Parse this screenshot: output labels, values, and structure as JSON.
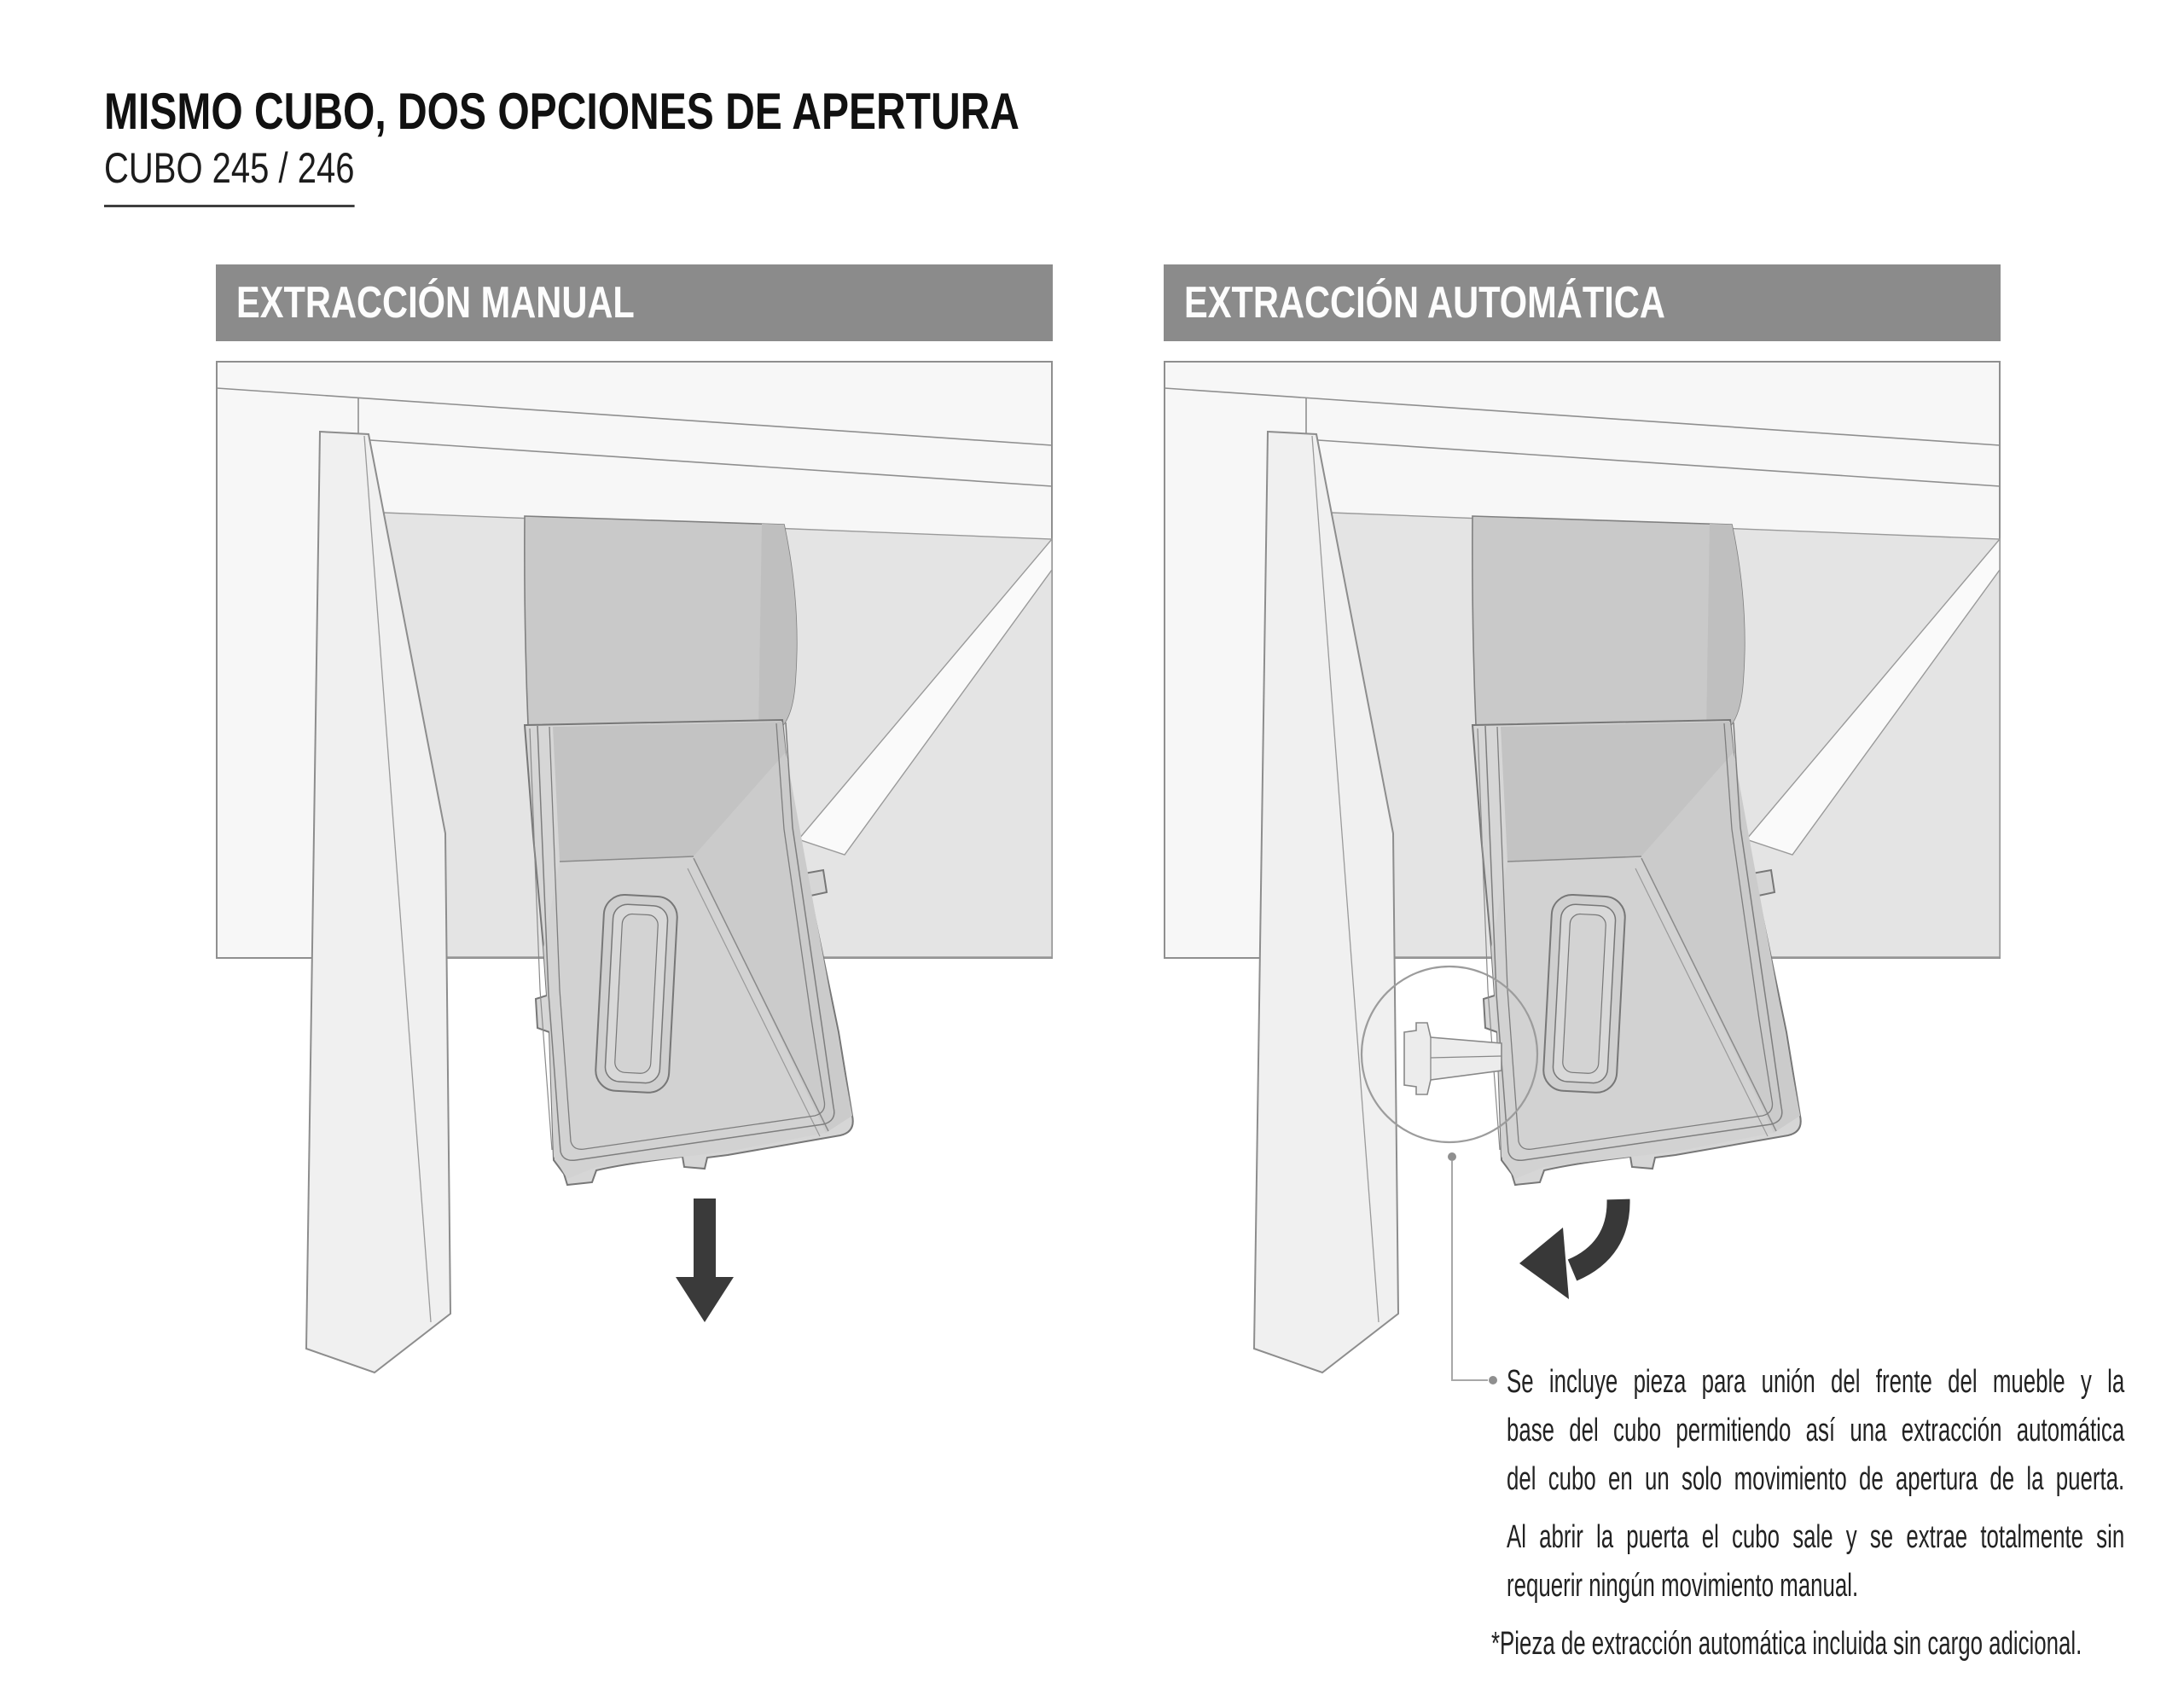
{
  "page": {
    "title": "MISMO CUBO, DOS OPCIONES DE APERTURA",
    "subtitle": "CUBO 245 / 246"
  },
  "panels": [
    {
      "id": "manual",
      "header": "EXTRACCIÓN MANUAL"
    },
    {
      "id": "automatic",
      "header": "EXTRACCIÓN AUTOMÁTICA"
    }
  ],
  "annotations": {
    "callout": {
      "lines": [
        "Se incluye pieza para unión del frente del mueble y la",
        "base del cubo permitiendo así una extracción automática",
        "del cubo en un solo movimiento de apertura de la puerta."
      ]
    },
    "body": {
      "lines": [
        "Al abrir la puerta el cubo sale y se extrae totalmente sin",
        "requerir ningún movimiento manual."
      ]
    },
    "footnote": "*Pieza de extracción automática incluida sin cargo adicional."
  },
  "colors": {
    "header_bar": "#8b8b8b",
    "header_text": "#fdfdfd",
    "body_text": "#222222",
    "arrow": "#383838",
    "line_art": "#808080",
    "cabinet_fill": "#f7f7f7",
    "interior_fill": "#e4e4e4",
    "bin_fill": "#d6d6d6",
    "door_fill": "#f0f0f0",
    "callout_circle": "#9c9c9c",
    "leader_line": "#a8a8a8"
  }
}
